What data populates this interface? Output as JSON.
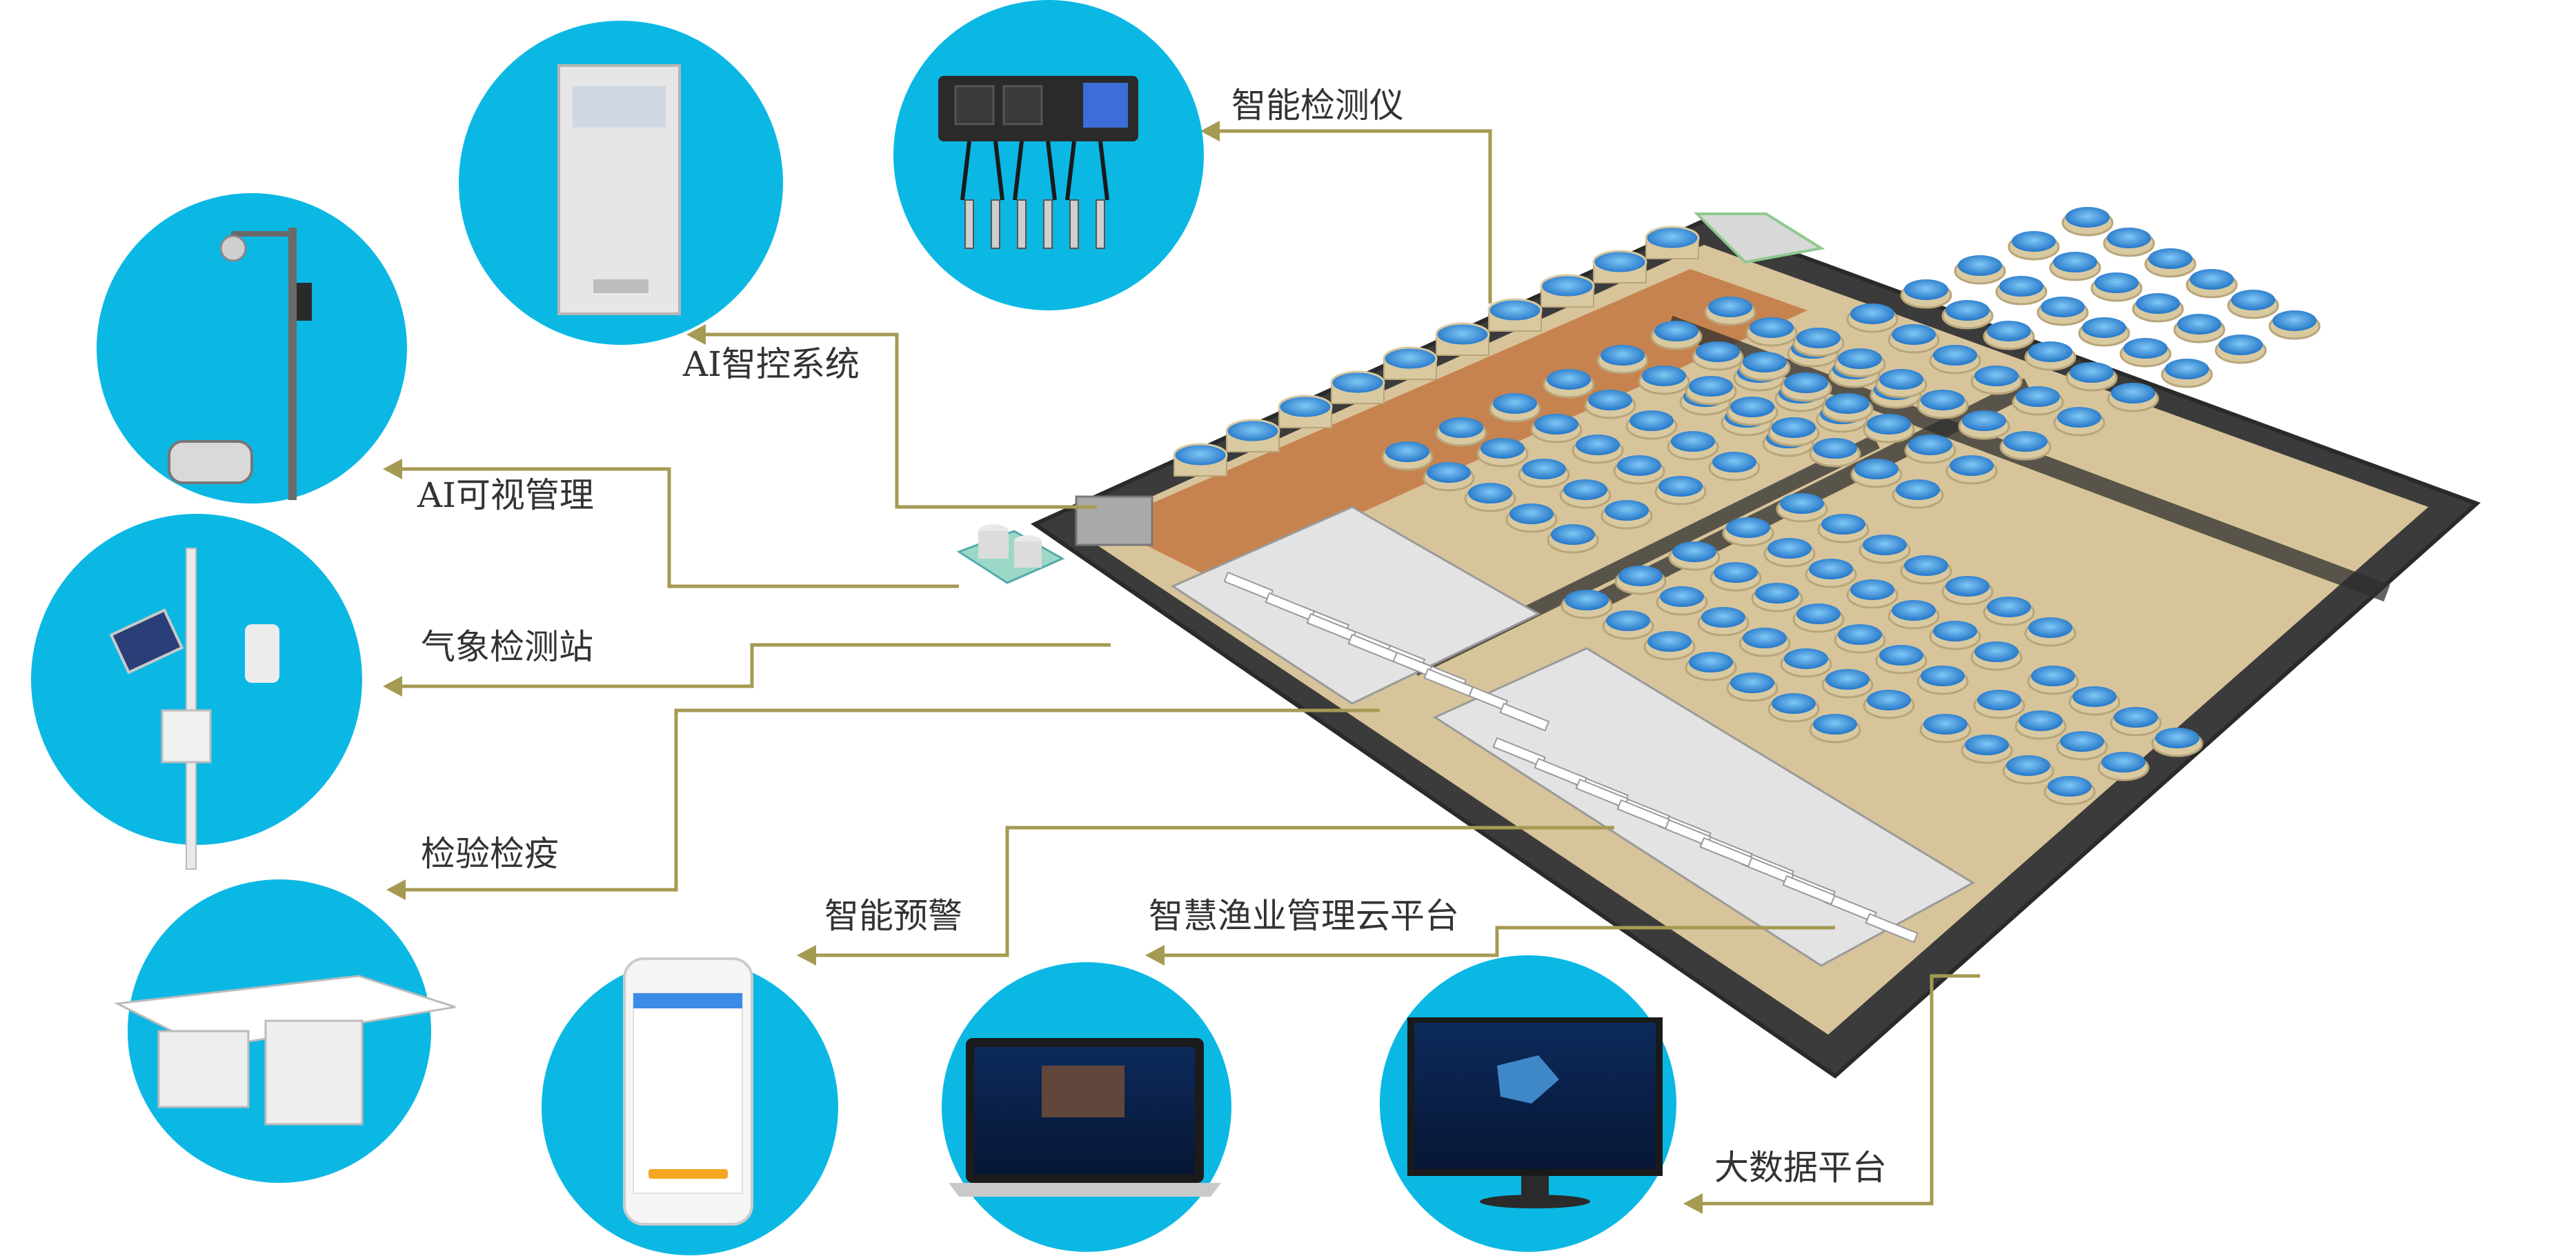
{
  "labels": {
    "detector": "智能检测仪",
    "ai_control": "AI智控系统",
    "ai_visual": "AI可视管理",
    "weather": "气象检测站",
    "inspection": "检验检疫",
    "warning": "智能预警",
    "cloud": "智慧渔业管理云平台",
    "bigdata": "大数据平台"
  },
  "colors": {
    "circle": "#0bb8e4",
    "connector": "#a59a52",
    "road": "#3a3a3a",
    "floor": "#c8875a",
    "tank_water": "#2f89d6",
    "tank_rim": "#d9c9a0"
  }
}
